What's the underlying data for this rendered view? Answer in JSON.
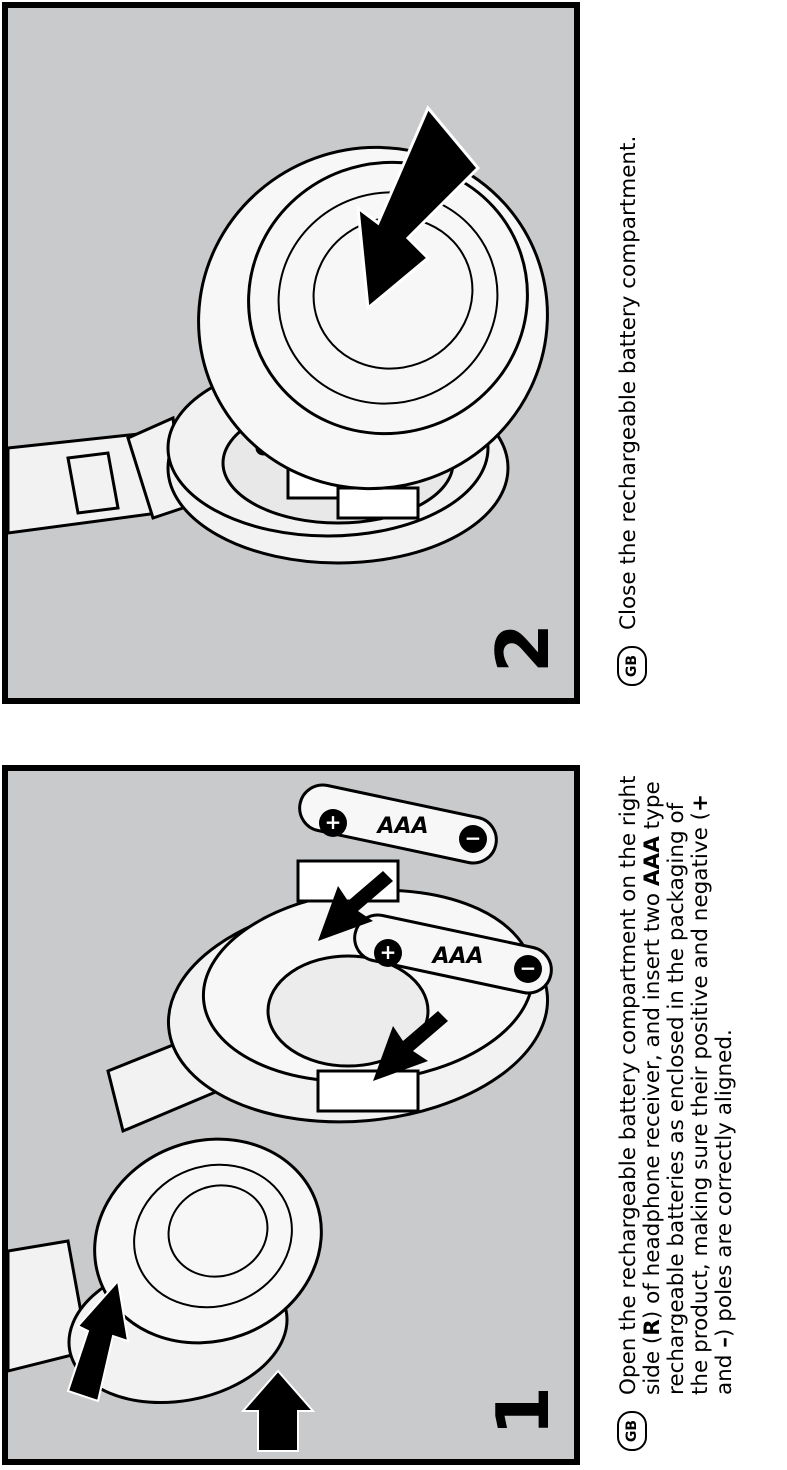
{
  "steps": [
    {
      "number": "2",
      "region_badge": "GB",
      "caption": "Close the rechargeable battery compartment."
    },
    {
      "number": "1",
      "region_badge": "GB",
      "caption_parts": {
        "p1": "Open the rechargeable battery compartment on the right side (",
        "p2": "R",
        "p3": ") of headphone receiver, and insert two ",
        "p4": "AAA",
        "p5": " type rechargeable batteries as enclosed in the packaging of the product, making sure their positive and negative (",
        "p6": "+",
        "p7": " and ",
        "p8": "–",
        "p9": ") poles are correctly aligned."
      },
      "battery_label": "AAA",
      "battery_plus": "+",
      "battery_minus": "−"
    }
  ],
  "colors": {
    "panel_bg": "#c9cacc",
    "line": "#000000",
    "fill_light": "#f2f2f2"
  }
}
